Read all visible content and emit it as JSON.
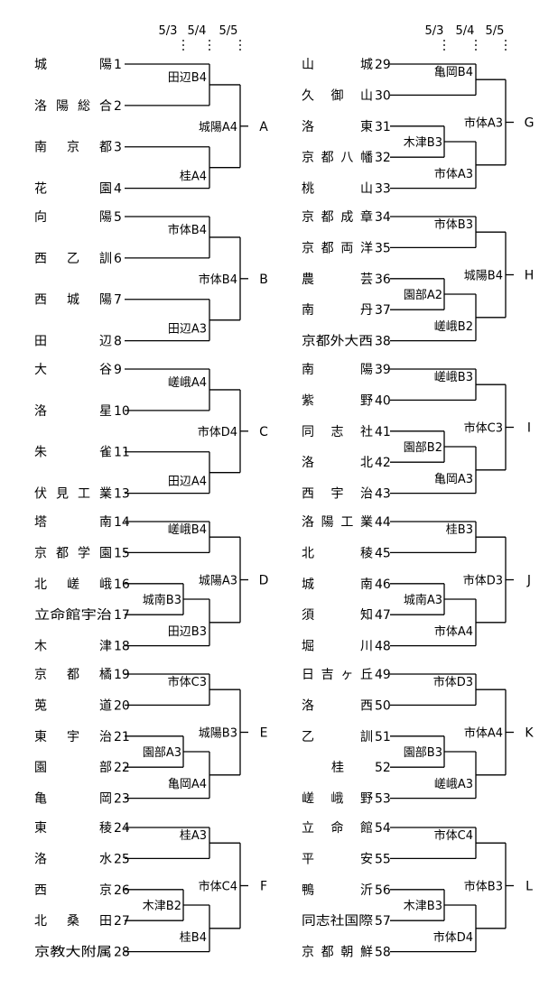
{
  "dates": [
    "5/3",
    "5/4",
    "5/5"
  ],
  "blocks": [
    {
      "group": "A",
      "teams": [
        {
          "num": "1",
          "parts": [
            "城",
            "陽"
          ],
          "text": "城陽"
        },
        {
          "num": "2",
          "parts": [
            "洛",
            "陽",
            "総",
            "合"
          ],
          "text": "洛陽総合"
        },
        {
          "num": "3",
          "parts": [
            "南",
            "京",
            "都"
          ],
          "text": "南京都"
        },
        {
          "num": "4",
          "parts": [
            "花",
            "園"
          ],
          "text": "花園"
        }
      ],
      "r2_top": "田辺B4",
      "r2_bot": "桂A4",
      "final": "城陽A4"
    },
    {
      "group": "B",
      "teams": [
        {
          "num": "5",
          "parts": [
            "向",
            "陽"
          ],
          "text": "向陽"
        },
        {
          "num": "6",
          "parts": [
            "西",
            "乙",
            "訓"
          ],
          "text": "西乙訓"
        },
        {
          "num": "7",
          "parts": [
            "西",
            "城",
            "陽"
          ],
          "text": "西城陽"
        },
        {
          "num": "8",
          "parts": [
            "田",
            "辺"
          ],
          "text": "田辺"
        }
      ],
      "r2_top": "市体B4",
      "r2_bot": "田辺A3",
      "final": "市体B4"
    },
    {
      "group": "C",
      "teams": [
        {
          "num": "9",
          "parts": [
            "大",
            "谷"
          ],
          "text": "大谷"
        },
        {
          "num": "10",
          "parts": [
            "洛",
            "星"
          ],
          "text": "洛星"
        },
        {
          "num": "11",
          "parts": [
            "朱",
            "雀"
          ],
          "text": "朱雀"
        },
        {
          "num": "13",
          "parts": [
            "伏",
            "見",
            "工",
            "業"
          ],
          "text": "伏見工業"
        }
      ],
      "r2_top": "嵯峨A4",
      "r2_bot": "田辺A4",
      "final": "市体D4"
    },
    {
      "group": "D",
      "teams": [
        {
          "num": "14",
          "parts": [
            "塔",
            "南"
          ],
          "text": "塔南"
        },
        {
          "num": "15",
          "parts": [
            "京",
            "都",
            "学",
            "園"
          ],
          "text": "京都学園"
        },
        {
          "num": "16",
          "parts": [
            "北",
            "嵯",
            "峨"
          ],
          "text": "北嵯峨"
        },
        {
          "num": "17",
          "parts": [
            "立命館宇治"
          ],
          "text": "立命館宇治"
        },
        {
          "num": "18",
          "parts": [
            "木",
            "津"
          ],
          "text": "木津"
        }
      ],
      "r1": "城南B3",
      "r2_top": "嵯峨B4",
      "r2_bot": "田辺B3",
      "final": "城陽A3"
    },
    {
      "group": "E",
      "teams": [
        {
          "num": "19",
          "parts": [
            "京",
            "都",
            "橘"
          ],
          "text": "京都橘"
        },
        {
          "num": "20",
          "parts": [
            "莵",
            "道"
          ],
          "text": "莵道"
        },
        {
          "num": "21",
          "parts": [
            "東",
            "宇",
            "治"
          ],
          "text": "東宇治"
        },
        {
          "num": "22",
          "parts": [
            "園",
            "部"
          ],
          "text": "園部"
        },
        {
          "num": "23",
          "parts": [
            "亀",
            "岡"
          ],
          "text": "亀岡"
        }
      ],
      "r1": "園部A3",
      "r2_top": "市体C3",
      "r2_bot": "亀岡A4",
      "final": "城陽B3"
    },
    {
      "group": "F",
      "teams": [
        {
          "num": "24",
          "parts": [
            "東",
            "稜"
          ],
          "text": "東稜"
        },
        {
          "num": "25",
          "parts": [
            "洛",
            "水"
          ],
          "text": "洛水"
        },
        {
          "num": "26",
          "parts": [
            "西",
            "京"
          ],
          "text": "西京"
        },
        {
          "num": "27",
          "parts": [
            "北",
            "桑",
            "田"
          ],
          "text": "北桑田"
        },
        {
          "num": "28",
          "parts": [
            "京教大附属"
          ],
          "text": "京教大附属"
        }
      ],
      "r1": "木津B2",
      "r2_top": "桂A3",
      "r2_bot": "桂B4",
      "final": "市体C4"
    },
    {
      "group": "G",
      "teams": [
        {
          "num": "29",
          "parts": [
            "山",
            "城"
          ],
          "text": "山城"
        },
        {
          "num": "30",
          "parts": [
            "久",
            "御",
            "山"
          ],
          "text": "久御山"
        },
        {
          "num": "31",
          "parts": [
            "洛",
            "東"
          ],
          "text": "洛東"
        },
        {
          "num": "32",
          "parts": [
            "京",
            "都",
            "八",
            "幡"
          ],
          "text": "京都八幡"
        },
        {
          "num": "33",
          "parts": [
            "桃",
            "山"
          ],
          "text": "桃山"
        }
      ],
      "r1": "木津B3",
      "r2_top": "亀岡B4",
      "r2_bot": "市体A3",
      "final": "市体A3"
    },
    {
      "group": "H",
      "teams": [
        {
          "num": "34",
          "parts": [
            "京",
            "都",
            "成",
            "章"
          ],
          "text": "京都成章"
        },
        {
          "num": "35",
          "parts": [
            "京",
            "都",
            "両",
            "洋"
          ],
          "text": "京都両洋"
        },
        {
          "num": "36",
          "parts": [
            "農",
            "芸"
          ],
          "text": "農芸"
        },
        {
          "num": "37",
          "parts": [
            "南",
            "丹"
          ],
          "text": "南丹"
        },
        {
          "num": "38",
          "parts": [
            "京都外大西"
          ],
          "text": "京都外大西"
        }
      ],
      "r1": "園部A2",
      "r2_top": "市体B3",
      "r2_bot": "嵯峨B2",
      "final": "城陽B4"
    },
    {
      "group": "I",
      "teams": [
        {
          "num": "39",
          "parts": [
            "南",
            "陽"
          ],
          "text": "南陽"
        },
        {
          "num": "40",
          "parts": [
            "紫",
            "野"
          ],
          "text": "紫野"
        },
        {
          "num": "41",
          "parts": [
            "同",
            "志",
            "社"
          ],
          "text": "同志社"
        },
        {
          "num": "42",
          "parts": [
            "洛",
            "北"
          ],
          "text": "洛北"
        },
        {
          "num": "43",
          "parts": [
            "西",
            "宇",
            "治"
          ],
          "text": "西宇治"
        }
      ],
      "r1": "園部B2",
      "r2_top": "嵯峨B3",
      "r2_bot": "亀岡A3",
      "final": "市体C3"
    },
    {
      "group": "J",
      "teams": [
        {
          "num": "44",
          "parts": [
            "洛",
            "陽",
            "工",
            "業"
          ],
          "text": "洛陽工業"
        },
        {
          "num": "45",
          "parts": [
            "北",
            "稜"
          ],
          "text": "北稜"
        },
        {
          "num": "46",
          "parts": [
            "城",
            "南"
          ],
          "text": "城南"
        },
        {
          "num": "47",
          "parts": [
            "須",
            "知"
          ],
          "text": "須知"
        },
        {
          "num": "48",
          "parts": [
            "堀",
            "川"
          ],
          "text": "堀川"
        }
      ],
      "r1": "城南A3",
      "r2_top": "桂B3",
      "r2_bot": "市体A4",
      "final": "市体D3"
    },
    {
      "group": "K",
      "teams": [
        {
          "num": "49",
          "parts": [
            "日",
            "吉",
            "ヶ",
            "丘"
          ],
          "text": "日吉ヶ丘"
        },
        {
          "num": "50",
          "parts": [
            "洛",
            "西"
          ],
          "text": "洛西"
        },
        {
          "num": "51",
          "parts": [
            "乙",
            "訓"
          ],
          "text": "乙訓"
        },
        {
          "num": "52",
          "parts": [
            "桂"
          ],
          "text": "桂",
          "indent": true
        },
        {
          "num": "53",
          "parts": [
            "嵯",
            "峨",
            "野"
          ],
          "text": "嵯峨野"
        }
      ],
      "r1": "園部B3",
      "r2_top": "市体D3",
      "r2_bot": "嵯峨A3",
      "final": "市体A4"
    },
    {
      "group": "L",
      "teams": [
        {
          "num": "54",
          "parts": [
            "立",
            "命",
            "館"
          ],
          "text": "立命館"
        },
        {
          "num": "55",
          "parts": [
            "平",
            "安"
          ],
          "text": "平安"
        },
        {
          "num": "56",
          "parts": [
            "鴨",
            "沂"
          ],
          "text": "鴨沂"
        },
        {
          "num": "57",
          "parts": [
            "同志社国際"
          ],
          "text": "同志社国際"
        },
        {
          "num": "58",
          "parts": [
            "京",
            "都",
            "朝",
            "鮮"
          ],
          "text": "京都朝鮮"
        }
      ],
      "r1": "木津B3",
      "r2_top": "市体C4",
      "r2_bot": "市体D4",
      "final": "市体B3"
    }
  ]
}
